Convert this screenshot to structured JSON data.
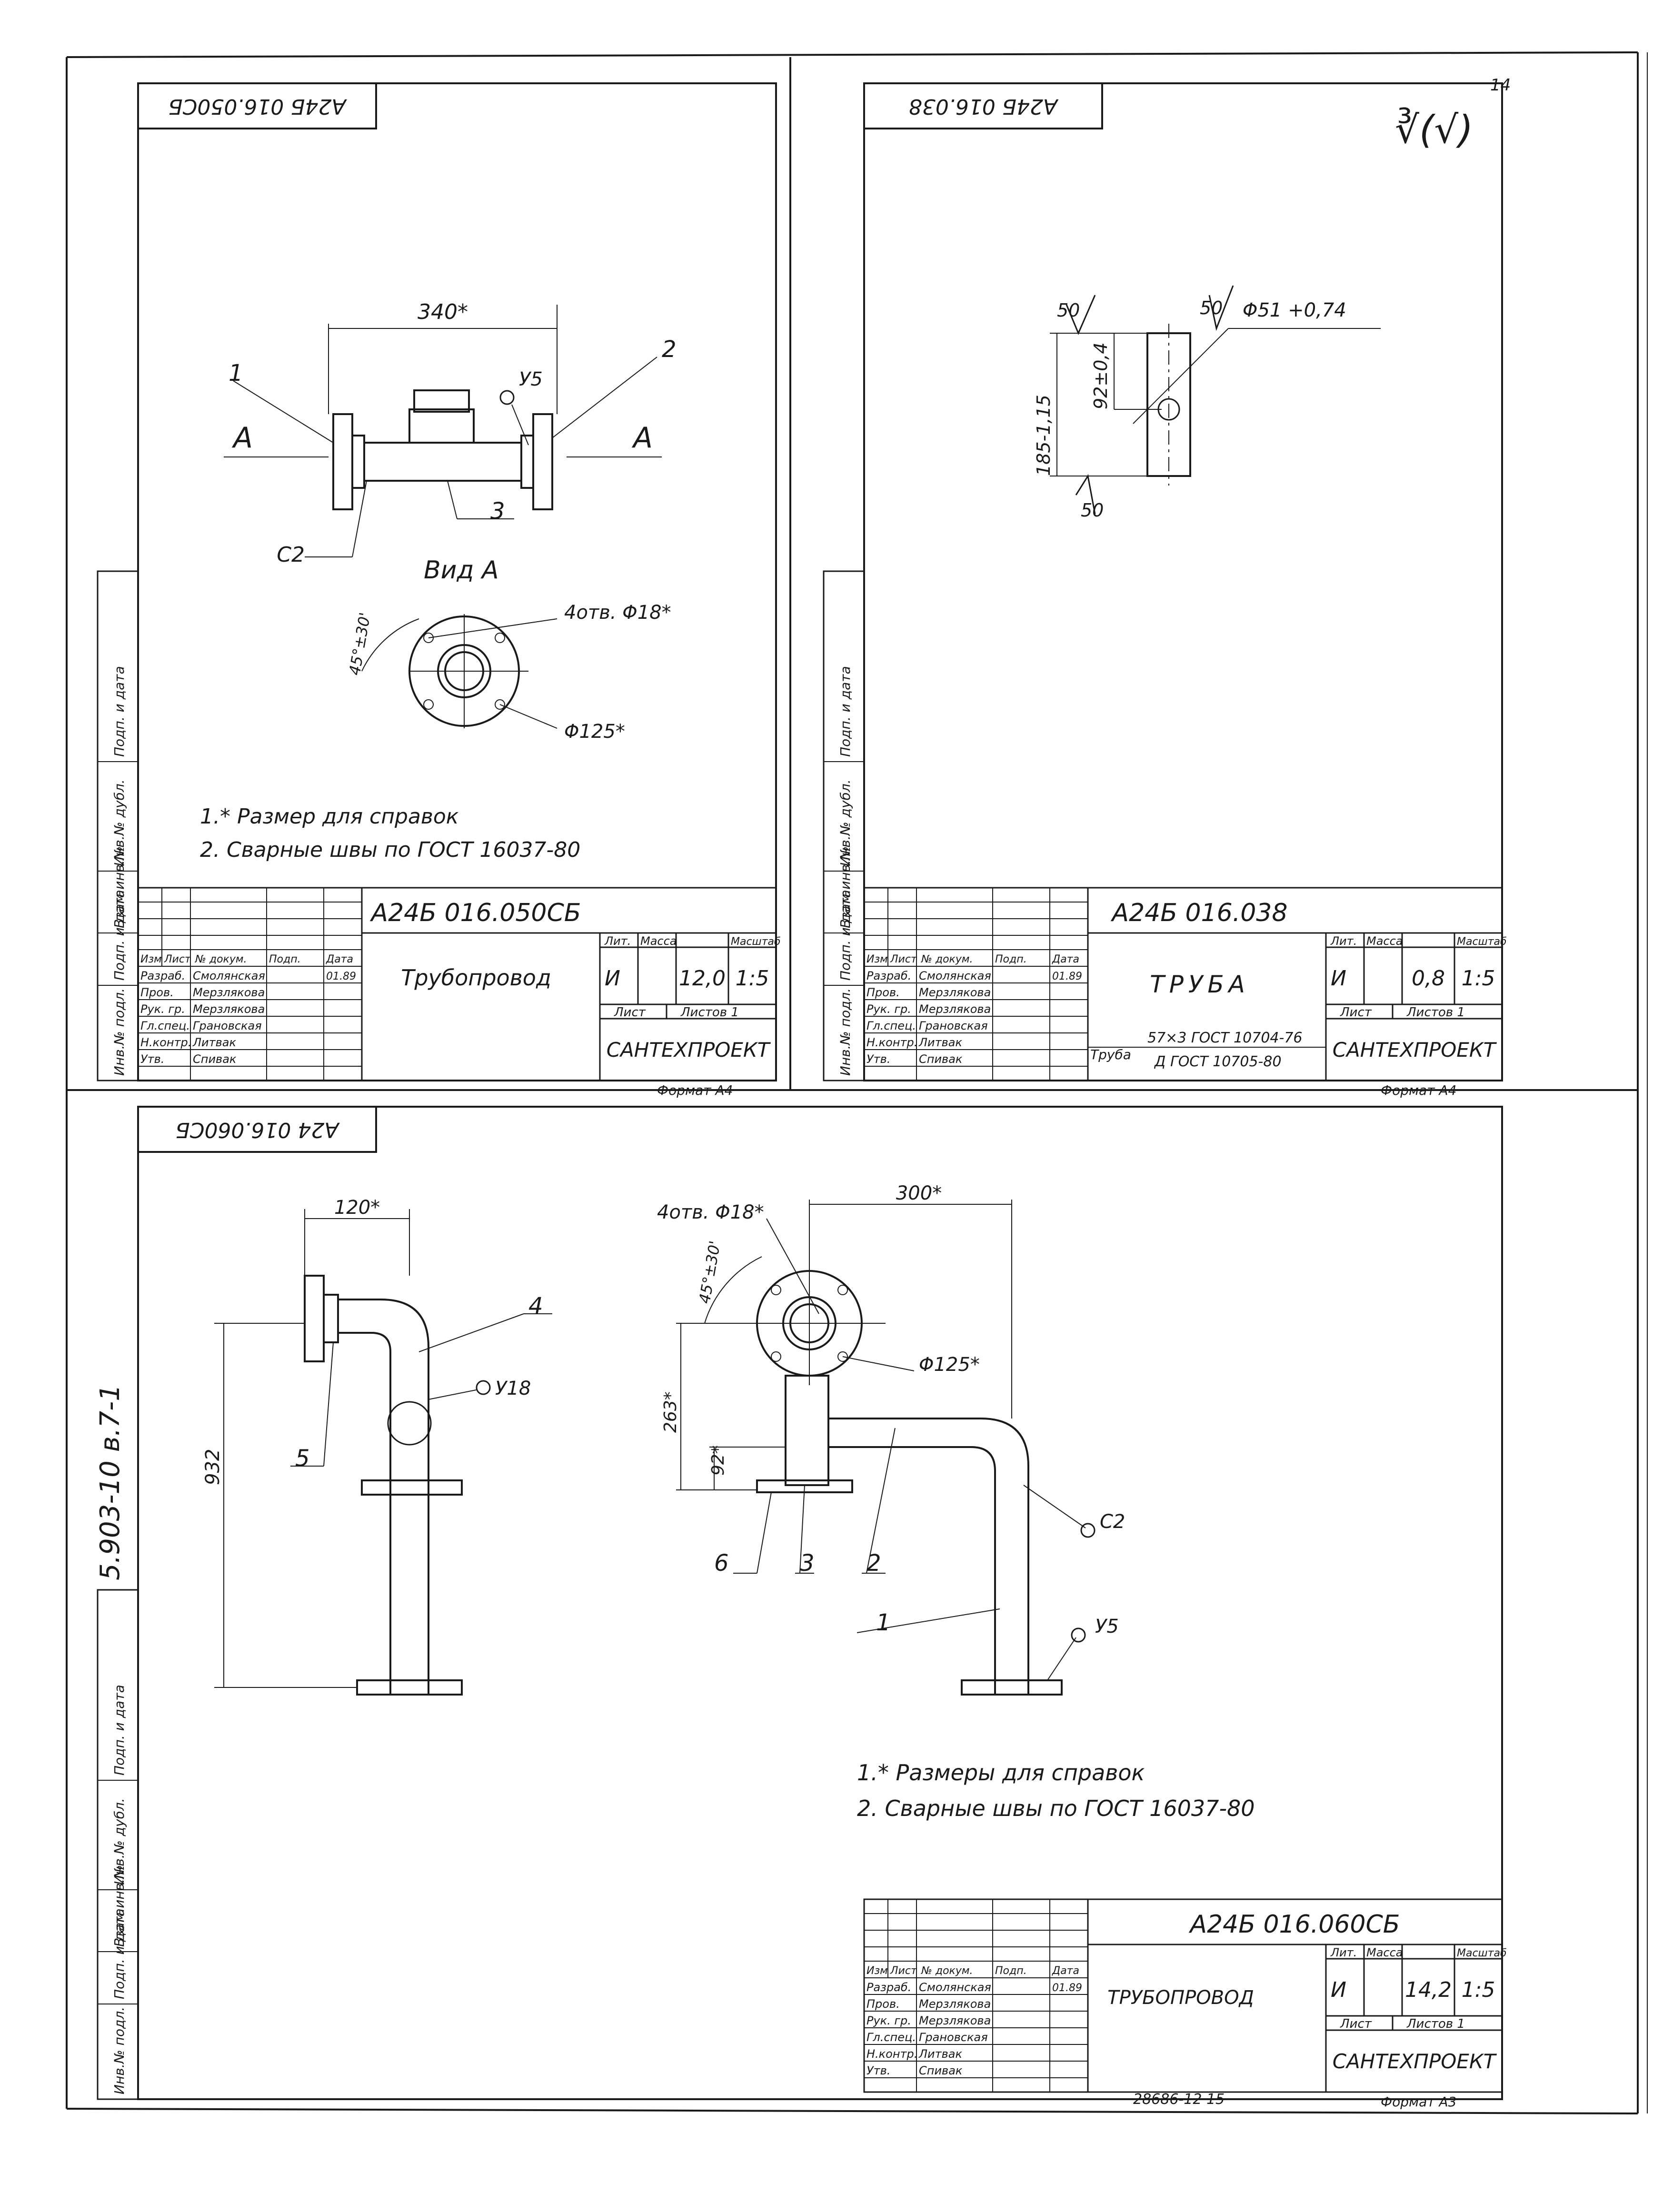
{
  "sheet_number": "14",
  "sheet_mark": "5.903-10 в.7-1",
  "bottom_stamp": "28686-12 15",
  "side_labels": [
    "Инв.№ подл.",
    "Подп. и дата",
    "Взам.инв.№",
    "Инв.№ дубл.",
    "Подп. и дата"
  ],
  "drawing_top_left": {
    "rotated_code": "А24Б 016.050СБ",
    "dims": {
      "length": "340*",
      "vent": "У5",
      "weld": "С2",
      "holes": "4отв. Φ18*",
      "angle": "45°±30'",
      "diameter": "Φ125*"
    },
    "positions": [
      "1",
      "2",
      "3"
    ],
    "section_marks": [
      "А",
      "А"
    ],
    "view_label": "Вид А",
    "notes": [
      "1.* Размер для справок",
      "2. Сварные швы по ГОСТ 16037-80"
    ],
    "title_block": {
      "code": "А24Б 016.050СБ",
      "name": "Трубопровод",
      "lit_value": "И",
      "mass": "12,0",
      "scale": "1:5",
      "sheet": "Лист",
      "sheets": "Листов 1",
      "org": "САНТЕХПРОЕКТ",
      "format": "Формат А4",
      "header": [
        "Изм",
        "Лист",
        "№ докум.",
        "Подп.",
        "Дата"
      ],
      "roles": [
        "Разраб.",
        "Пров.",
        "Рук. гр.",
        "Гл.спец.",
        "Н.контр.",
        "Утв."
      ],
      "names": [
        "Смолянская",
        "Мерзлякова",
        "Мерзлякова",
        "Грановская",
        "Литвак",
        "Спивак"
      ],
      "date": "01.89",
      "col_lit": "Лит.",
      "col_mass": "Масса",
      "col_scale": "Масштаб"
    }
  },
  "drawing_top_right": {
    "rotated_code": "А24Б 016.038",
    "corner_mark": "∛(√)",
    "dims": {
      "length": "185-1,15",
      "offset": "92±0,4",
      "diameter": "Φ51 +0,74",
      "roughness": "50"
    },
    "title_block": {
      "code": "А24Б 016.038",
      "name": "ТРУБА",
      "lit_value": "И",
      "mass": "0,8",
      "scale": "1:5",
      "sheet": "Лист",
      "sheets": "Листов 1",
      "org": "САНТЕХПРОЕКТ",
      "format": "Формат А4",
      "material_prefix": "Труба",
      "material_top": "57×3 ГОСТ 10704-76",
      "material_bottom": "Д ГОСТ 10705-80",
      "header": [
        "Изм",
        "Лист",
        "№ докум.",
        "Подп.",
        "Дата"
      ],
      "roles": [
        "Разраб.",
        "Пров.",
        "Рук. гр.",
        "Гл.спец.",
        "Н.контр.",
        "Утв."
      ],
      "names": [
        "Смолянская",
        "Мерзлякова",
        "Мерзлякова",
        "Грановская",
        "Литвак",
        "Спивак"
      ],
      "date": "01.89",
      "col_lit": "Лит.",
      "col_mass": "Масса",
      "col_scale": "Масштаб"
    }
  },
  "drawing_bottom": {
    "rotated_code": "А24 016.060СБ",
    "dims": {
      "left_width": "120*",
      "height": "932",
      "vent_left": "У18",
      "holes": "4отв. Φ18*",
      "span": "300*",
      "angle": "45°±30'",
      "diameter": "Φ125*",
      "height2": "263*",
      "offset": "92*",
      "weld": "С2",
      "vent_right": "У5"
    },
    "positions": [
      "4",
      "5",
      "6",
      "3",
      "2",
      "1"
    ],
    "notes": [
      "1.* Размеры для справок",
      "2. Сварные швы по ГОСТ 16037-80"
    ],
    "title_block": {
      "code": "А24Б 016.060СБ",
      "name": "ТРУБОПРОВОД",
      "lit_value": "И",
      "mass": "14,2",
      "scale": "1:5",
      "sheet": "Лист",
      "sheets": "Листов 1",
      "org": "САНТЕХПРОЕКТ",
      "format": "Формат А3",
      "header": [
        "Изм",
        "Лист",
        "№ докум.",
        "Подп.",
        "Дата"
      ],
      "roles": [
        "Разраб.",
        "Пров.",
        "Рук. гр.",
        "Гл.спец.",
        "Н.контр.",
        "Утв."
      ],
      "names": [
        "Смолянская",
        "Мерзлякова",
        "Мерзлякова",
        "Грановская",
        "Литвак",
        "Спивак"
      ],
      "date": "01.89",
      "col_lit": "Лит.",
      "col_mass": "Масса",
      "col_scale": "Масштаб"
    }
  }
}
